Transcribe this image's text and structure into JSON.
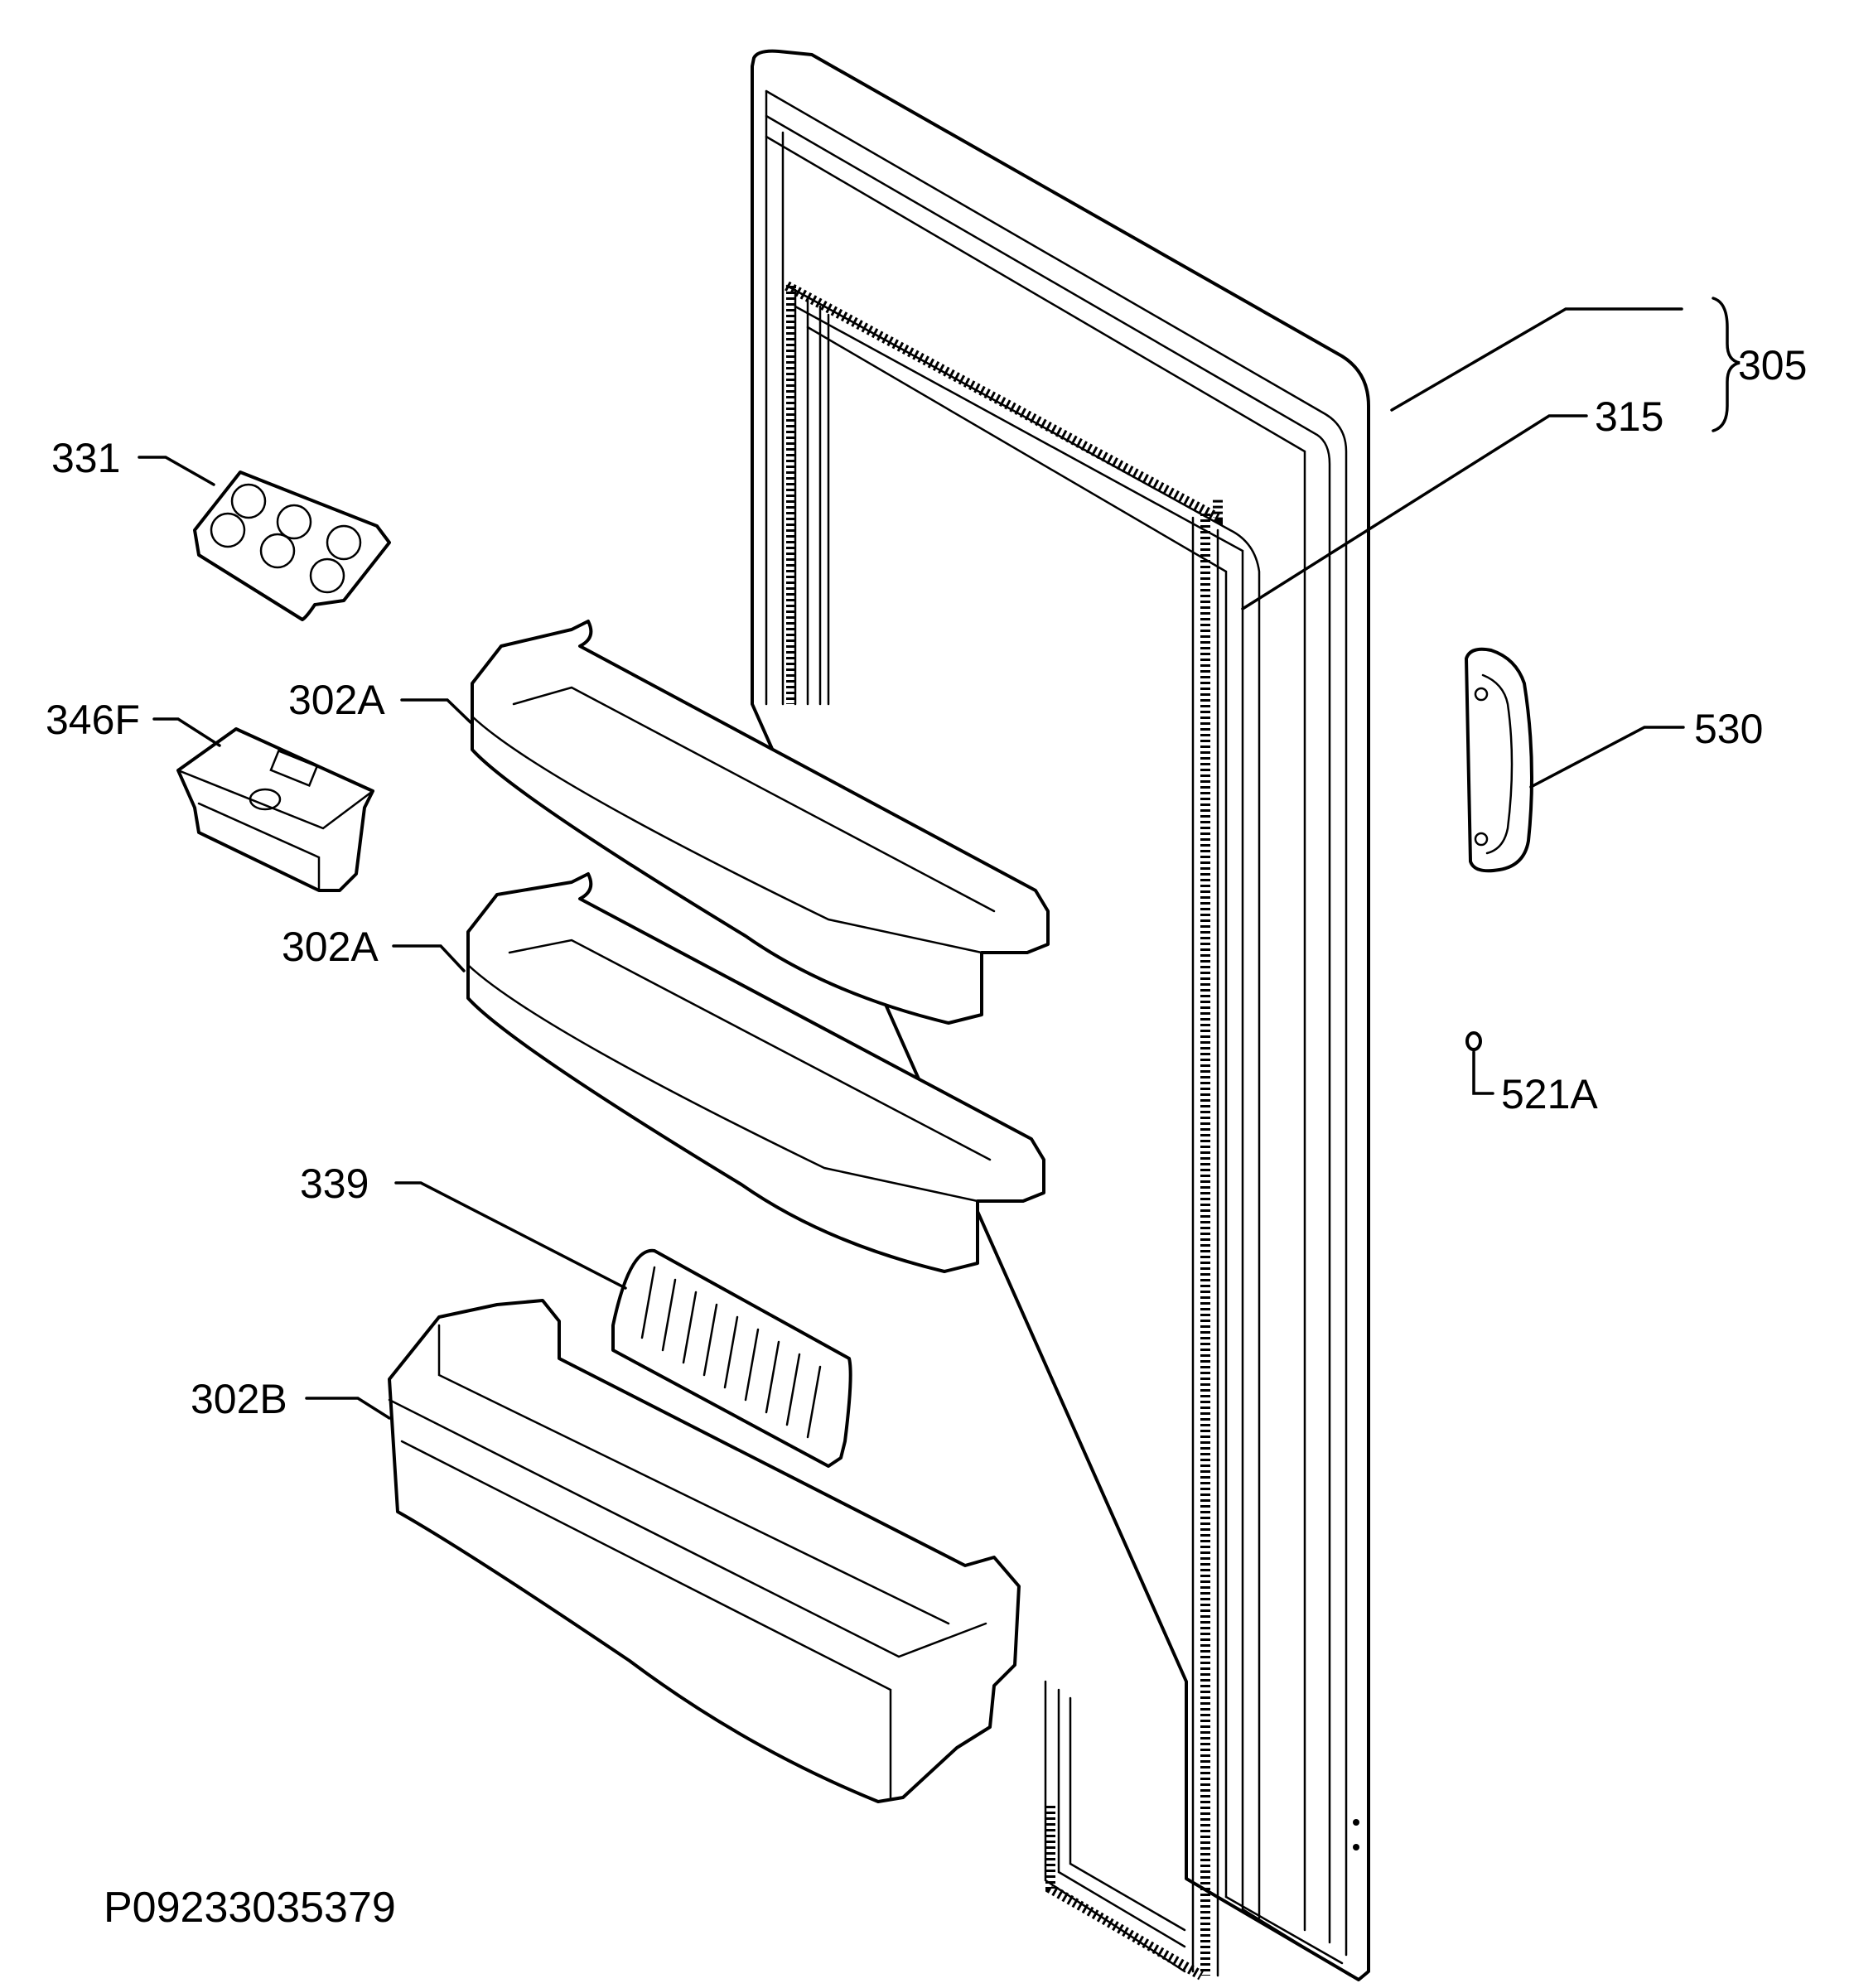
{
  "diagram": {
    "reference_code": "P09233035379",
    "callouts": {
      "c305": "305",
      "c315": "315",
      "c331": "331",
      "c346f": "346F",
      "c302a_top": "302A",
      "c302a_mid": "302A",
      "c530": "530",
      "c521a": "521A",
      "c339": "339",
      "c302b": "302B"
    }
  }
}
